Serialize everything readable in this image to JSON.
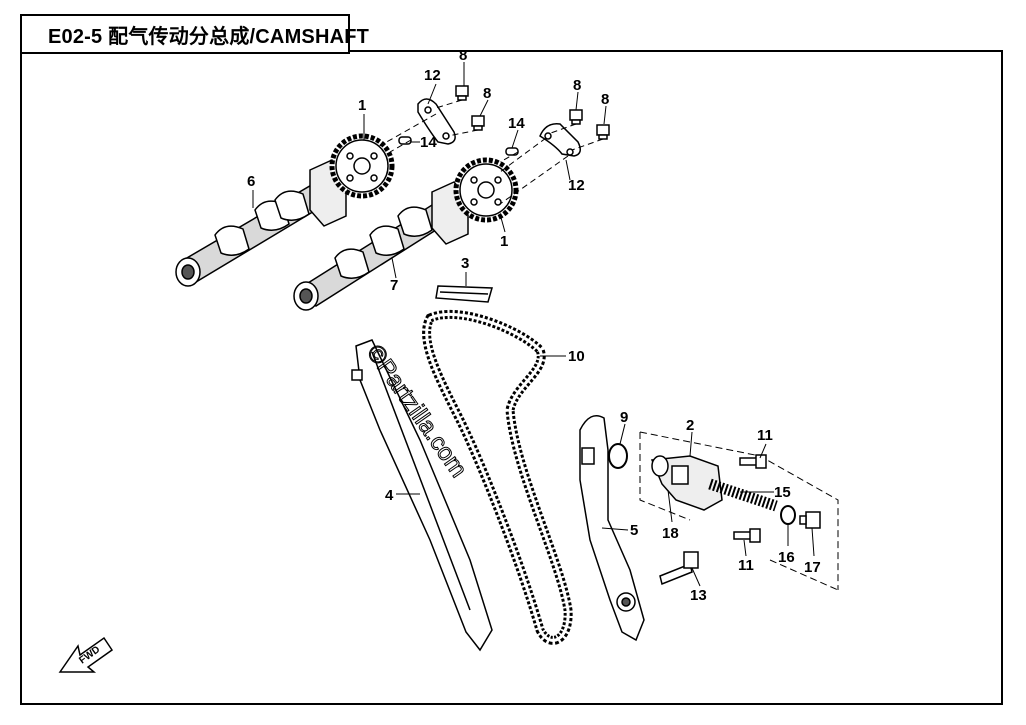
{
  "title": "E02-5  配气传动分总成/CAMSHAFT",
  "watermark": "©Partzilla.com",
  "direction_label": "FWD",
  "callouts": {
    "c1a": "1",
    "c1b": "1",
    "c2": "2",
    "c3": "3",
    "c4": "4",
    "c5": "5",
    "c6": "6",
    "c7": "7",
    "c8a": "8",
    "c8b": "8",
    "c8c": "8",
    "c8d": "8",
    "c9": "9",
    "c10": "10",
    "c11a": "11",
    "c11b": "11",
    "c12a": "12",
    "c12b": "12",
    "c13": "13",
    "c14a": "14",
    "c14b": "14",
    "c15": "15",
    "c16": "16",
    "c17": "17",
    "c18": "18"
  },
  "colors": {
    "line": "#000000",
    "background": "#ffffff",
    "shade": "#bfbfbf"
  }
}
